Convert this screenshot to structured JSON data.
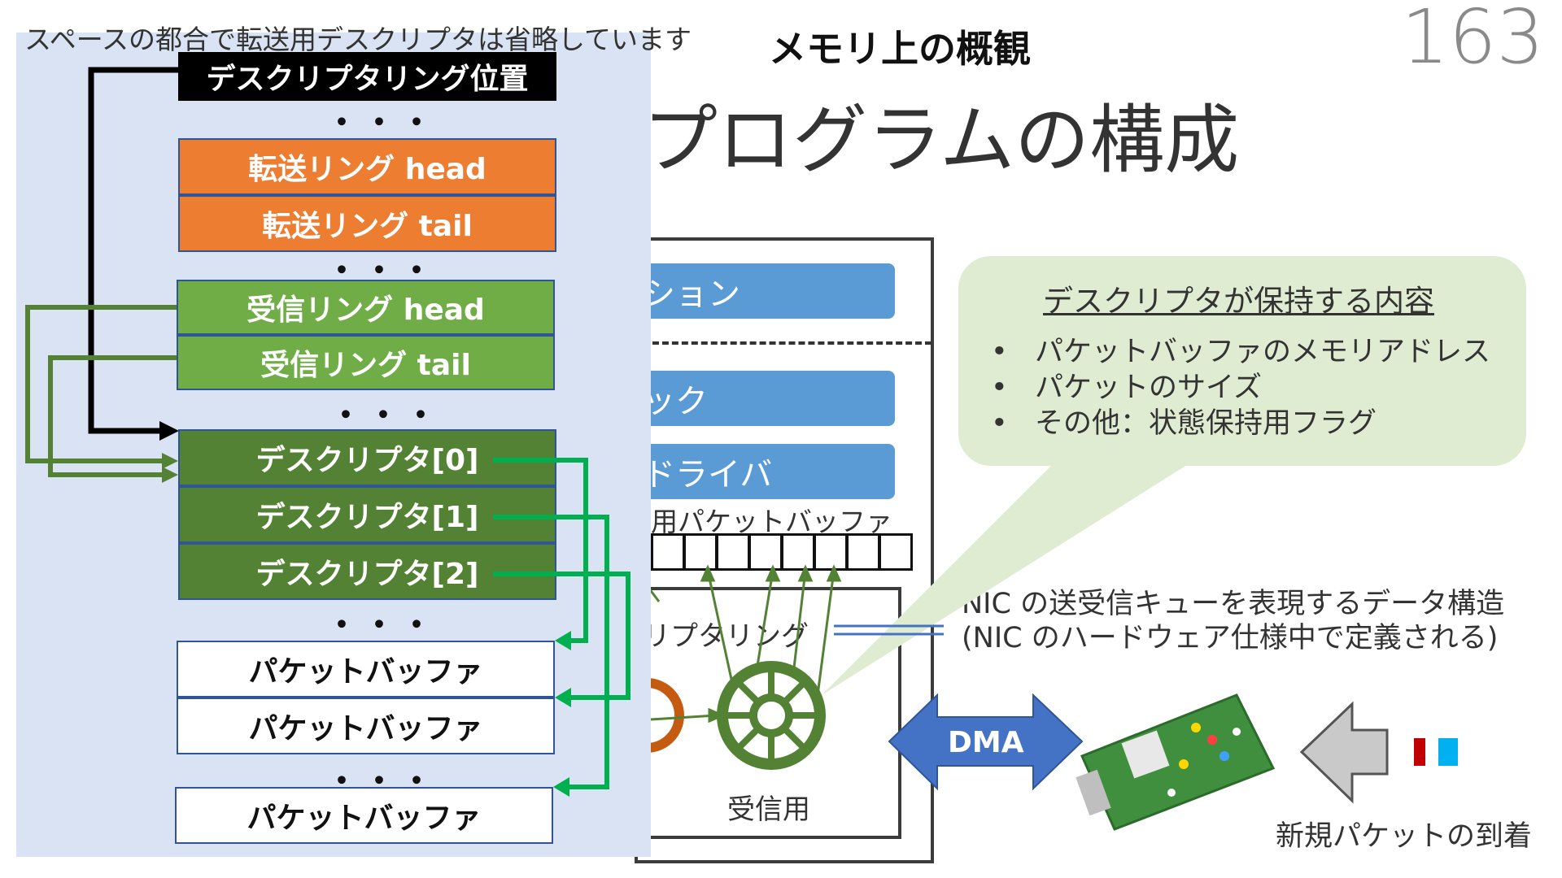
{
  "slide": {
    "page_number": "163",
    "note": "スペースの都合で転送用デスクリプタは省略しています",
    "overlay_title": "メモリ上の概観",
    "title": "プログラムの構成"
  },
  "background": {
    "app_bar": "ション",
    "stack_bar": "ック",
    "driver_bar": "ドライバ",
    "packet_buffer_caption": "用パケットバッファ",
    "ring_caption": "リプタリング",
    "rx_caption": "受信用",
    "dma_label": "DMA",
    "arrival_caption": "新規パケットの到着",
    "nic_caption_line1": "NIC の送受信キューを表現するデータ構造",
    "nic_caption_line2": "(NIC のハードウェア仕様中で定義される)"
  },
  "callout": {
    "title": "デスクリプタが保持する内容",
    "bullets": [
      "パケットバッファのメモリアドレス",
      "パケットのサイズ",
      "その他：状態保持用フラグ"
    ]
  },
  "memory": {
    "ring_position": "デスクリプタリング位置",
    "tx_head": "転送リング head",
    "tx_tail": "転送リング tail",
    "rx_head": "受信リング head",
    "rx_tail": "受信リング tail",
    "descriptors": [
      "デスクリプタ[0]",
      "デスクリプタ[1]",
      "デスクリプタ[2]"
    ],
    "packet_buffers": [
      "パケットバッファ",
      "パケットバッファ",
      "パケットバッファ"
    ],
    "ellipsis": "・・・"
  },
  "colors": {
    "orange": "#ed7d31",
    "light_green": "#70ad47",
    "dark_green": "#548235",
    "blue": "#5b9bd5",
    "dma_blue": "#4472c4",
    "panel_bg": "#dae3f3",
    "arrow_green": "#00b050"
  }
}
